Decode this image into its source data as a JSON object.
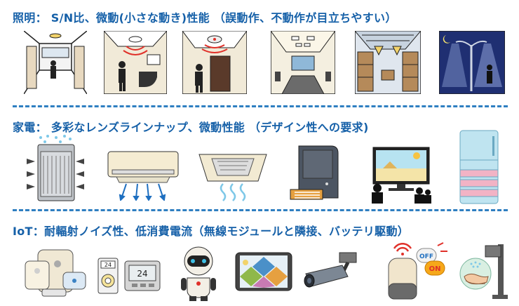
{
  "sections": [
    {
      "heading": "照明： S/N比、微動(小さな動き)性能 （誤動作、不動作が目立ちやすい）",
      "illustrations": [
        "office-hallway-icon",
        "motion-sensor-toilet-icon",
        "ceiling-sensor-door-icon",
        "meeting-room-icon",
        "warehouse-icon",
        "street-light-night-icon"
      ]
    },
    {
      "heading": "家電： 多彩なレンズラインナップ、微動性能 （デザイン性への要求)",
      "illustrations": [
        "air-purifier-icon",
        "air-conditioner-icon",
        "ceiling-cassette-ac-icon",
        "fan-heater-icon",
        "television-icon",
        "refrigerator-icon"
      ]
    },
    {
      "heading": "IoT：耐輻射ノイズ性、低消費電流（無線モジュールと隣接、バッテリ駆動）",
      "illustrations": [
        "wireless-sensors-icon",
        "thermostat-icon",
        "robot-icon",
        "tablet-smart-home-icon",
        "security-camera-icon",
        "smart-speaker-icon",
        "hand-sanitizer-icon"
      ]
    }
  ],
  "labels": {
    "thermostat_top": "24",
    "thermostat_display": "24",
    "smart_off": "OFF",
    "smart_on": "ON"
  },
  "colors": {
    "heading": "#1560a8",
    "divider": "#2f7fc1",
    "sensor_wave": "#e0312a",
    "mint": "#d9efe2"
  }
}
